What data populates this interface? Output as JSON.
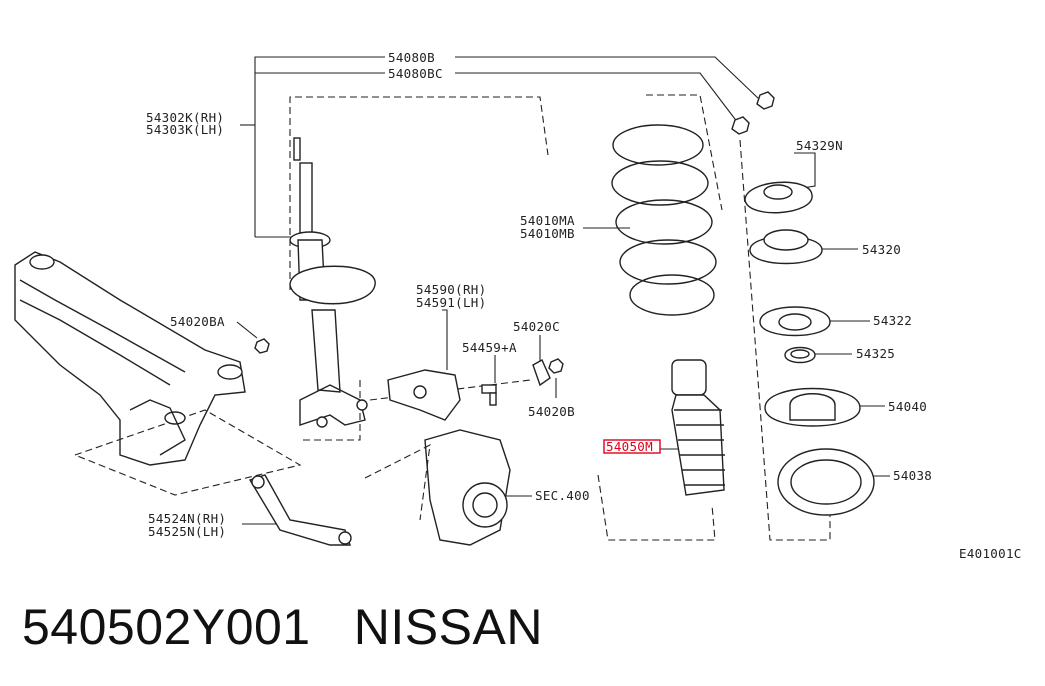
{
  "labels": {
    "p54080B": "54080B",
    "p54080BC": "54080BC",
    "p54302K": "54302K(RH)",
    "p54303K": "54303K(LH)",
    "p54329N": "54329N",
    "p54010MA": "54010MA",
    "p54010MB": "54010MB",
    "p54320": "54320",
    "p54590": "54590(RH)",
    "p54591": "54591(LH)",
    "p54322": "54322",
    "p54020BA": "54020BA",
    "p54020C": "54020C",
    "p54459A": "54459+A",
    "p54325": "54325",
    "p54040": "54040",
    "p54020B": "54020B",
    "p54050M": "54050M",
    "p54038": "54038",
    "pSEC400": "SEC.400",
    "p54524N": "54524N(RH)",
    "p54525N": "54525N(LH)",
    "diagramCode": "E401001C"
  },
  "highlight_color": "#e0001a",
  "caption": "540502Y001   NISSAN"
}
